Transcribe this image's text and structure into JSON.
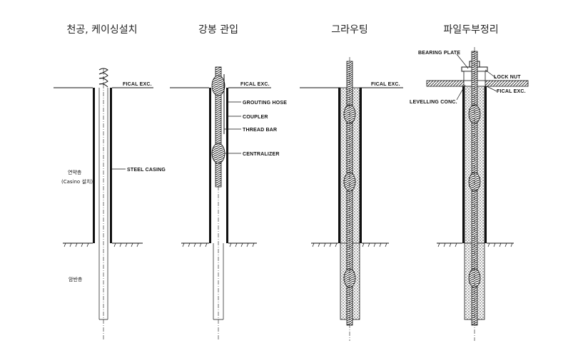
{
  "stages": [
    {
      "title": "천공, 케이싱설치"
    },
    {
      "title": "강봉 관입"
    },
    {
      "title": "그라우팅"
    },
    {
      "title": "파일두부정리"
    }
  ],
  "labels": {
    "fical_exc": "FICAL EXC.",
    "steel_casing": "STEEL CASING",
    "soil_upper_1": "연약층",
    "soil_upper_2": "(Casino 설치)",
    "soil_lower": "암반층",
    "grouting_hose": "GROUTING HOSE",
    "coupler": "COUPLER",
    "thread_bar": "THREAD BAR",
    "centralizer": "CENTRALIZER",
    "bearing_plate": "BEARING PLATE",
    "lock_nut": "LOCK NUT",
    "levelling_conc": "LEVELLING CONC."
  }
}
